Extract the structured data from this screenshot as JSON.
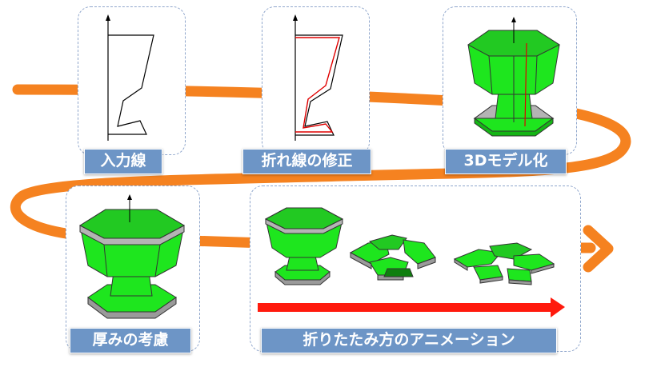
{
  "colors": {
    "flow_arrow": "#f58220",
    "progress_arrow": "#ff1a0d",
    "label_fill": "#6d95c6",
    "panel_border": "#8fa6cc",
    "model_green": "#1ee61e",
    "model_gray": "#b4b4b4",
    "outline_red": "#e00000"
  },
  "steps": [
    {
      "label": "入力線"
    },
    {
      "label": "折れ線の修正"
    },
    {
      "label": "3Dモデル化"
    },
    {
      "label": "厚みの考慮"
    },
    {
      "label": "折りたたみ方のアニメーション"
    }
  ]
}
